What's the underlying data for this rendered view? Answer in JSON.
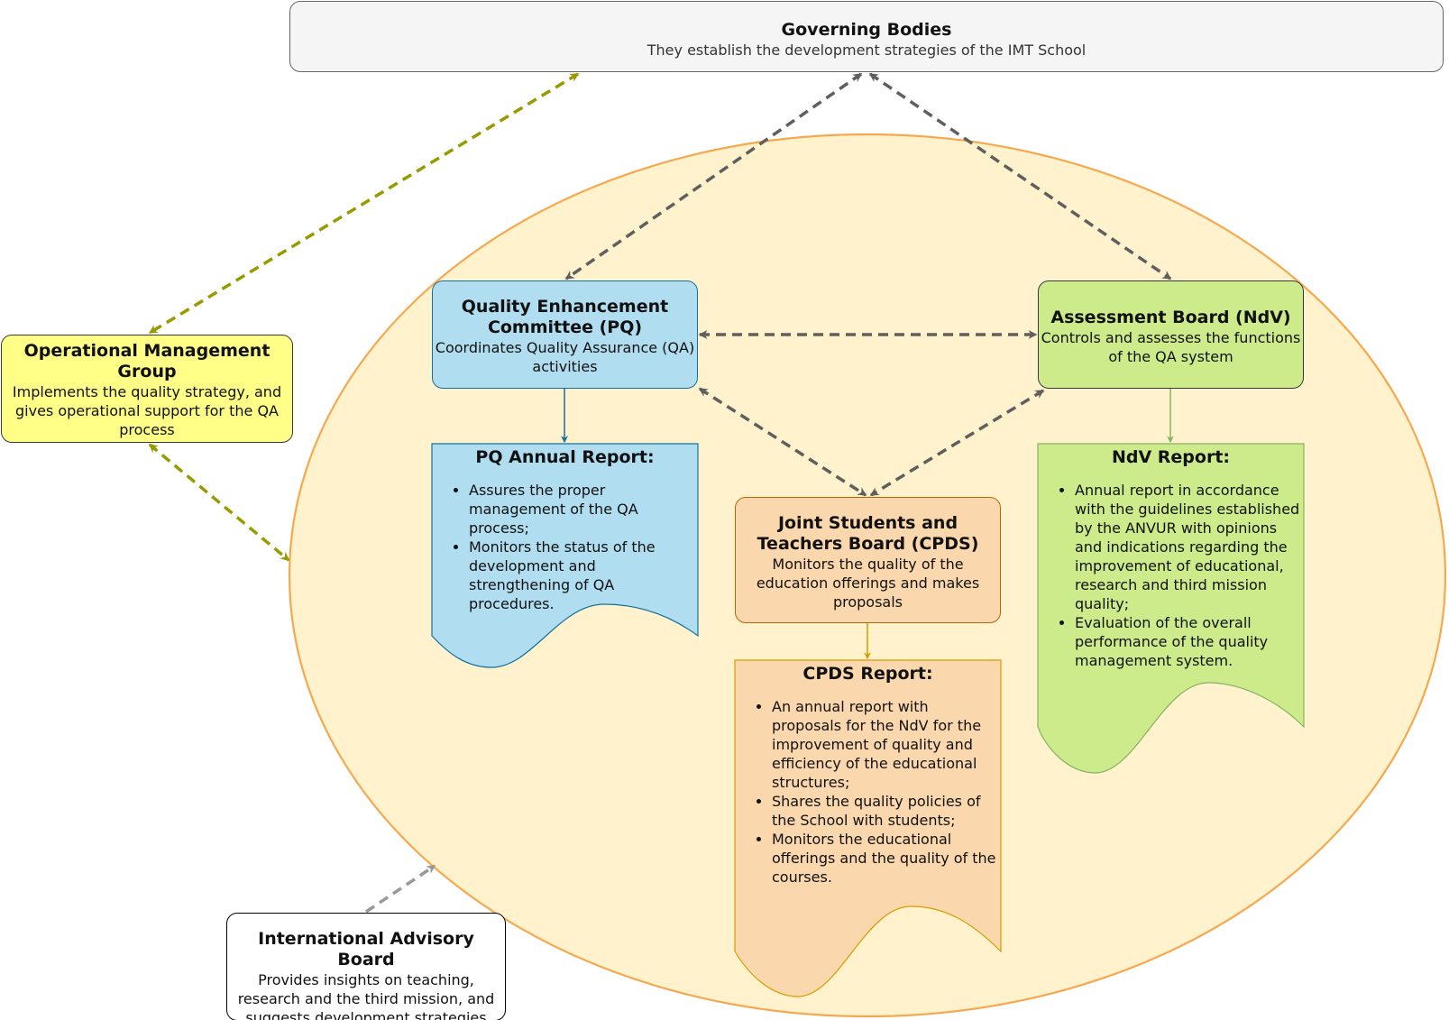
{
  "colors": {
    "ellipse_fill": "#fff2cc",
    "ellipse_stroke": "#f7a84e",
    "gray_arrow": "#5f5f5f",
    "olive_arrow": "#999900",
    "light_gray_arrow": "#999999",
    "pq_fill": "#b1ddf0",
    "pq_stroke": "#10739e",
    "ndv_fill": "#cdeb8b",
    "ndv_stroke": "#82b366",
    "cpds_fill": "#fad7ac",
    "cpds_stroke": "#d79b00",
    "omg_fill": "#ffff88",
    "gov_fill": "#f5f5f5"
  },
  "governing_bodies": {
    "title": "Governing Bodies",
    "description": "They establish the development strategies of the IMT School"
  },
  "operational_management_group": {
    "title": "Operational Management Group",
    "description": "Implements the quality strategy, and gives operational support for the QA process"
  },
  "quality_enhancement_committee": {
    "title": "Quality Enhancement Committee (PQ)",
    "description": "Coordinates Quality Assurance (QA) activities"
  },
  "assessment_board": {
    "title": "Assessment Board (NdV)",
    "description": "Controls and assesses the functions of the QA system"
  },
  "joint_board": {
    "title": "Joint Students and Teachers Board (CPDS)",
    "description": "Monitors the quality of the education offerings and makes proposals"
  },
  "international_advisory_board": {
    "title": "International Advisory Board",
    "description": "Provides insights on teaching, research and the third mission, and suggests development strategies"
  },
  "pq_report": {
    "title": "PQ Annual Report:",
    "items": [
      "Assures the proper management of the QA process;",
      "Monitors the status of the development and strengthening of QA procedures."
    ]
  },
  "ndv_report": {
    "title": "NdV Report:",
    "items": [
      "Annual report in accordance with the guidelines established by the ANVUR with opinions and indications regarding the improvement of educational, research and third mission quality;",
      "Evaluation of the overall performance of the quality management system."
    ]
  },
  "cpds_report": {
    "title": "CPDS Report:",
    "items": [
      "An annual report with proposals for the NdV for the improvement of quality and efficiency of the educational structures;",
      "Shares the quality policies of the School with students;",
      "Monitors the educational offerings and the quality of the courses."
    ]
  }
}
